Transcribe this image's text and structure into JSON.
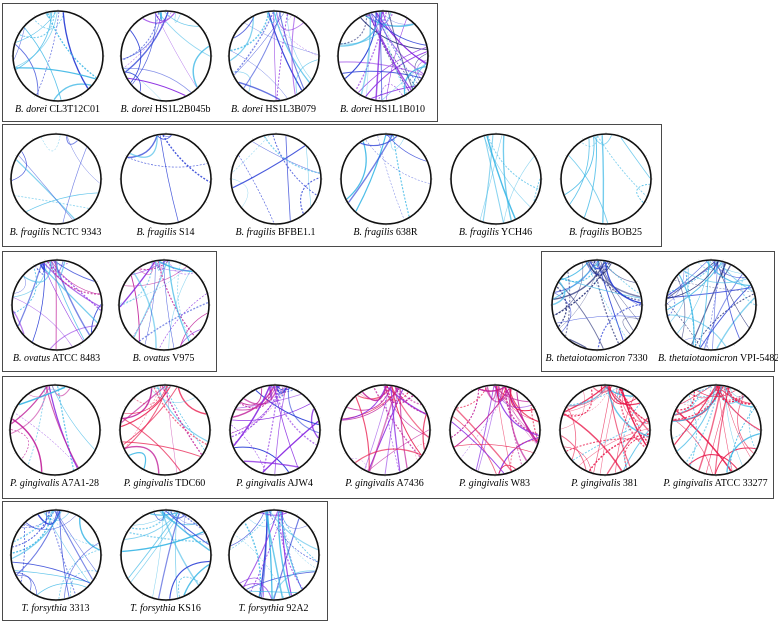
{
  "palette": {
    "blue": "#2b3fd6",
    "cyan": "#3fb8e6",
    "purple": "#8a2be2",
    "magenta": "#c0209a",
    "red": "#e8184a",
    "navy": "#1a2470"
  },
  "groups": [
    {
      "id": "dorei",
      "organisms": [
        {
          "genus": "B. dorei",
          "strain": "CL3T12C01",
          "palette": [
            "cyan",
            "cyan",
            "blue"
          ],
          "density": 14,
          "style": "cyan-dense"
        },
        {
          "genus": "B. dorei",
          "strain": "HS1L2B045b",
          "palette": [
            "cyan",
            "blue",
            "purple"
          ],
          "density": 18,
          "style": "mixed"
        },
        {
          "genus": "B. dorei",
          "strain": "HS1L3B079",
          "palette": [
            "cyan",
            "purple",
            "blue"
          ],
          "density": 22,
          "style": "mixed"
        },
        {
          "genus": "B. dorei",
          "strain": "HS1L1B010",
          "palette": [
            "blue",
            "navy",
            "purple",
            "cyan"
          ],
          "density": 38,
          "style": "dense"
        }
      ]
    },
    {
      "id": "fragilis",
      "organisms": [
        {
          "genus": "B. fragilis",
          "strain": "NCTC 9343",
          "palette": [
            "blue",
            "cyan"
          ],
          "density": 9,
          "style": "sparse"
        },
        {
          "genus": "B. fragilis",
          "strain": "S14",
          "palette": [
            "cyan",
            "blue"
          ],
          "density": 7,
          "style": "sparse"
        },
        {
          "genus": "B. fragilis",
          "strain": "BFBE1.1",
          "palette": [
            "cyan",
            "blue"
          ],
          "density": 10,
          "style": "sparse"
        },
        {
          "genus": "B. fragilis",
          "strain": "638R",
          "palette": [
            "cyan",
            "blue"
          ],
          "density": 10,
          "style": "sparse"
        },
        {
          "genus": "B. fragilis",
          "strain": "YCH46",
          "palette": [
            "cyan"
          ],
          "density": 9,
          "style": "sparse"
        },
        {
          "genus": "B. fragilis",
          "strain": "BOB25",
          "palette": [
            "cyan"
          ],
          "density": 10,
          "style": "sparse"
        }
      ]
    },
    {
      "id": "ovatus",
      "organisms": [
        {
          "genus": "B. ovatus",
          "strain": "ATCC 8483",
          "palette": [
            "purple",
            "cyan",
            "blue",
            "magenta"
          ],
          "density": 26,
          "style": "mixed"
        },
        {
          "genus": "B. ovatus",
          "strain": "V975",
          "palette": [
            "purple",
            "cyan",
            "blue",
            "magenta"
          ],
          "density": 26,
          "style": "mixed"
        }
      ]
    },
    {
      "id": "theta",
      "organisms": [
        {
          "genus": "B. thetaiotaomicron",
          "strain": "7330",
          "palette": [
            "blue",
            "cyan",
            "navy"
          ],
          "density": 34,
          "style": "dense"
        },
        {
          "genus": "B. thetaiotaomicron",
          "strain": "VPI-5482",
          "palette": [
            "blue",
            "cyan",
            "navy"
          ],
          "density": 38,
          "style": "dense"
        }
      ]
    },
    {
      "id": "gingivalis",
      "organisms": [
        {
          "genus": "P. gingivalis",
          "strain": "A7A1-28",
          "palette": [
            "cyan",
            "purple",
            "magenta"
          ],
          "density": 14,
          "style": "sparse"
        },
        {
          "genus": "P. gingivalis",
          "strain": "TDC60",
          "palette": [
            "red",
            "magenta",
            "cyan"
          ],
          "density": 20,
          "style": "mixed"
        },
        {
          "genus": "P. gingivalis",
          "strain": "AJW4",
          "palette": [
            "purple",
            "magenta",
            "blue"
          ],
          "density": 30,
          "style": "dense"
        },
        {
          "genus": "P. gingivalis",
          "strain": "A7436",
          "palette": [
            "magenta",
            "red",
            "purple"
          ],
          "density": 30,
          "style": "dense"
        },
        {
          "genus": "P. gingivalis",
          "strain": "W83",
          "palette": [
            "purple",
            "red",
            "magenta"
          ],
          "density": 34,
          "style": "dense"
        },
        {
          "genus": "P. gingivalis",
          "strain": "381",
          "palette": [
            "red",
            "red",
            "cyan"
          ],
          "density": 40,
          "style": "dense"
        },
        {
          "genus": "P. gingivalis",
          "strain": "ATCC 33277",
          "palette": [
            "red",
            "red",
            "cyan"
          ],
          "density": 44,
          "style": "dense"
        }
      ]
    },
    {
      "id": "forsythia",
      "organisms": [
        {
          "genus": "T. forsythia",
          "strain": "3313",
          "palette": [
            "cyan",
            "blue"
          ],
          "density": 26,
          "style": "mixed"
        },
        {
          "genus": "T. forsythia",
          "strain": "KS16",
          "palette": [
            "cyan",
            "blue"
          ],
          "density": 24,
          "style": "mixed"
        },
        {
          "genus": "T. forsythia",
          "strain": "92A2",
          "palette": [
            "purple",
            "blue",
            "cyan"
          ],
          "density": 30,
          "style": "dense"
        }
      ]
    }
  ]
}
